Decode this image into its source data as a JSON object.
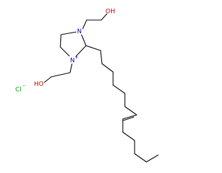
{
  "molecule": {
    "colors": {
      "bond": "#000000",
      "oxygen": "#cc0000",
      "nitrogen": "#0000cc",
      "chlorine": "#00a000"
    },
    "labels": {
      "oh_top": "OH",
      "oh_bottom": "HO",
      "n_top": "N",
      "n_plus": "N",
      "plus_sign": "+",
      "cl": "Cl",
      "minus_sign": "−"
    }
  }
}
